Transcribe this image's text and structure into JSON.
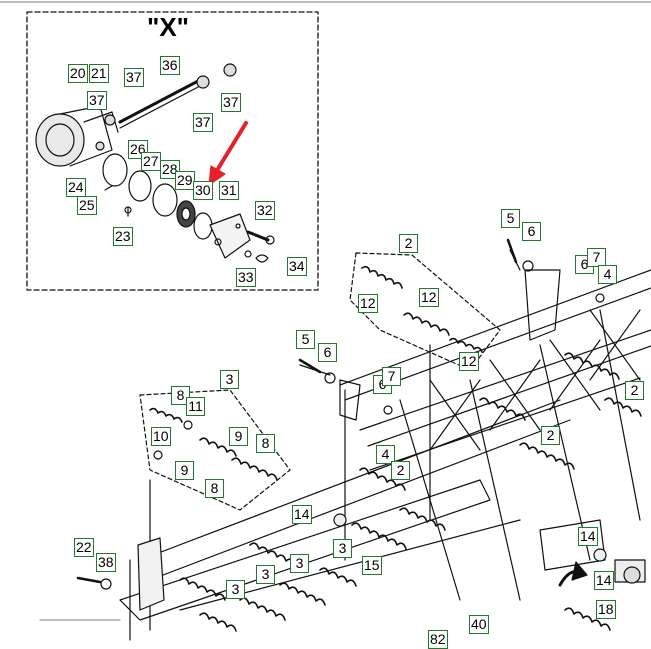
{
  "detail_view": {
    "title": "\"X\"",
    "labels": [
      "20",
      "21",
      "36",
      "37",
      "37",
      "37",
      "37",
      "26",
      "27",
      "28",
      "29",
      "30",
      "31",
      "24",
      "25",
      "23",
      "32",
      "33",
      "34"
    ]
  },
  "main_assembly": {
    "labels": [
      "5",
      "6",
      "2",
      "12",
      "12",
      "12",
      "6",
      "7",
      "4",
      "5",
      "6",
      "6",
      "7",
      "3",
      "8",
      "11",
      "10",
      "9",
      "9",
      "8",
      "8",
      "2",
      "4",
      "2",
      "2",
      "14",
      "3",
      "15",
      "3",
      "3",
      "3",
      "14",
      "14",
      "18",
      "22",
      "38",
      "82",
      "40"
    ]
  },
  "annotation_arrow": {
    "color": "#e8202a"
  },
  "colors": {
    "callout_border": "#1f7a2a",
    "line": "#111111"
  }
}
